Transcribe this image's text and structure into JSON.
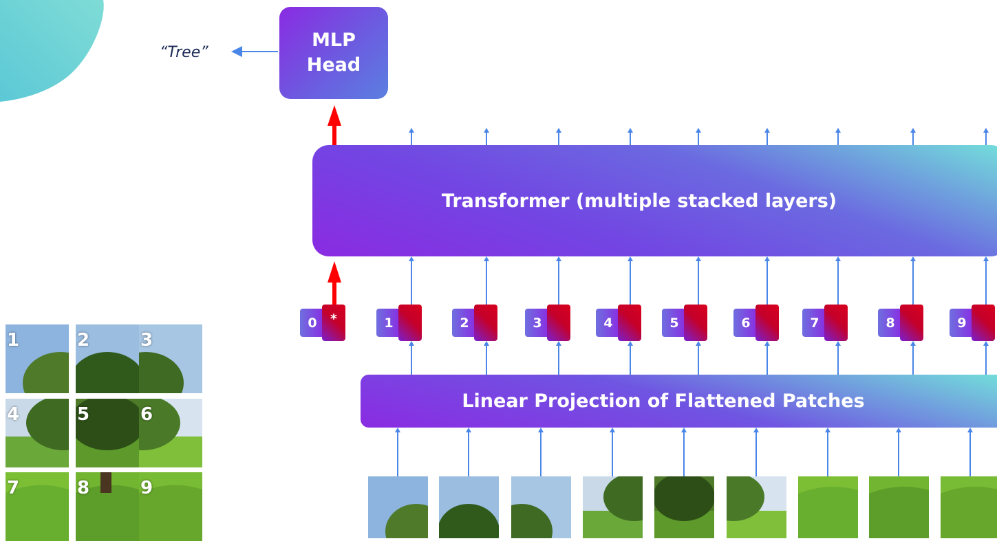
{
  "mlp_head": {
    "line1": "MLP",
    "line2": "Head"
  },
  "output_label": "“Tree”",
  "transformer_label": "Transformer (multiple stacked layers)",
  "linear_label": "Linear Projection of Flattened Patches",
  "tokens": [
    {
      "num": "0",
      "emb": "*"
    },
    {
      "num": "1",
      "emb": ""
    },
    {
      "num": "2",
      "emb": ""
    },
    {
      "num": "3",
      "emb": ""
    },
    {
      "num": "4",
      "emb": ""
    },
    {
      "num": "5",
      "emb": ""
    },
    {
      "num": "6",
      "emb": ""
    },
    {
      "num": "7",
      "emb": ""
    },
    {
      "num": "8",
      "emb": ""
    },
    {
      "num": "9",
      "emb": ""
    }
  ],
  "grid_labels": [
    "1",
    "2",
    "3",
    "4",
    "5",
    "6",
    "7",
    "8",
    "9"
  ],
  "colors": {
    "arrow_blue": "#4a86e8",
    "arrow_red": "#ff0000",
    "accent_teal": "#73d5dc",
    "purple": "#8a2be2"
  }
}
